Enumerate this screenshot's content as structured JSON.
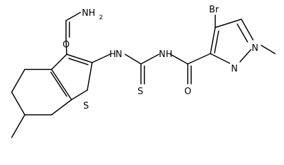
{
  "molecule": {
    "labels": {
      "amide_nh2": "NH",
      "amide_nh2_sub": "2",
      "amide_o": "O",
      "thiophene_s": "S",
      "nh_left": "H",
      "nh_left_n": "N",
      "nh_right_n": "N",
      "nh_right": "H",
      "thiourea_s": "S",
      "bromo": "Br",
      "carbonyl_o": "O",
      "pyrazole_n1": "N",
      "pyrazole_n2": "N"
    }
  }
}
